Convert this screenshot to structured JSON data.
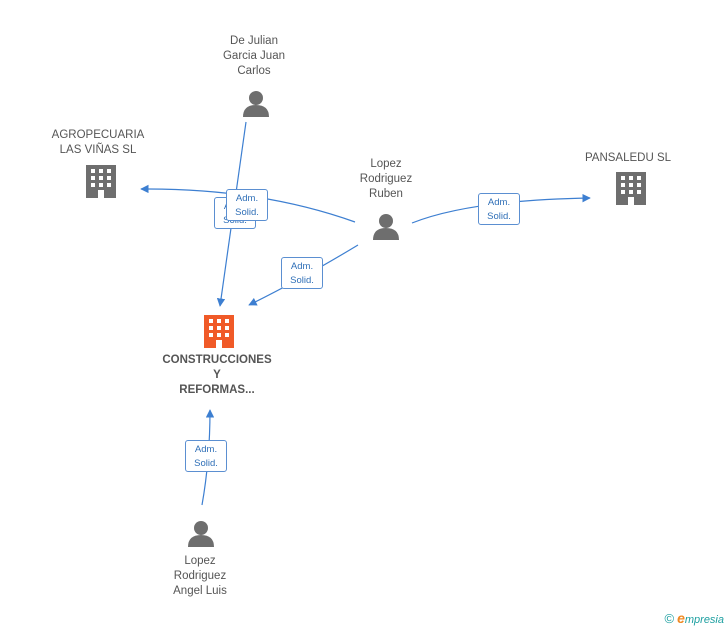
{
  "colors": {
    "edge": "#3d7fd1",
    "person": "#6e6e6e",
    "company": "#6e6e6e",
    "main_company": "#f05a28"
  },
  "nodes": {
    "dejulian": {
      "label": "De Julian\nGarcia Juan\nCarlos",
      "icon": "person-icon"
    },
    "agropecuaria": {
      "label": "AGROPECUARIA\nLAS VIÑAS SL",
      "icon": "building-icon"
    },
    "lopez_ruben": {
      "label": "Lopez\nRodriguez\nRuben",
      "icon": "person-icon"
    },
    "pansaledu": {
      "label": "PANSALEDU SL",
      "icon": "building-icon"
    },
    "construcciones": {
      "label": "CONSTRUCCIONES\nY\nREFORMAS...",
      "icon": "building-icon"
    },
    "lopez_angel": {
      "label": "Lopez\nRodriguez\nAngel Luis",
      "icon": "person-icon"
    }
  },
  "edges": {
    "badge_text": "Adm.\nSolid."
  },
  "brand": {
    "copyright": "©",
    "name_initial": "e",
    "name_rest": "mpresia"
  }
}
